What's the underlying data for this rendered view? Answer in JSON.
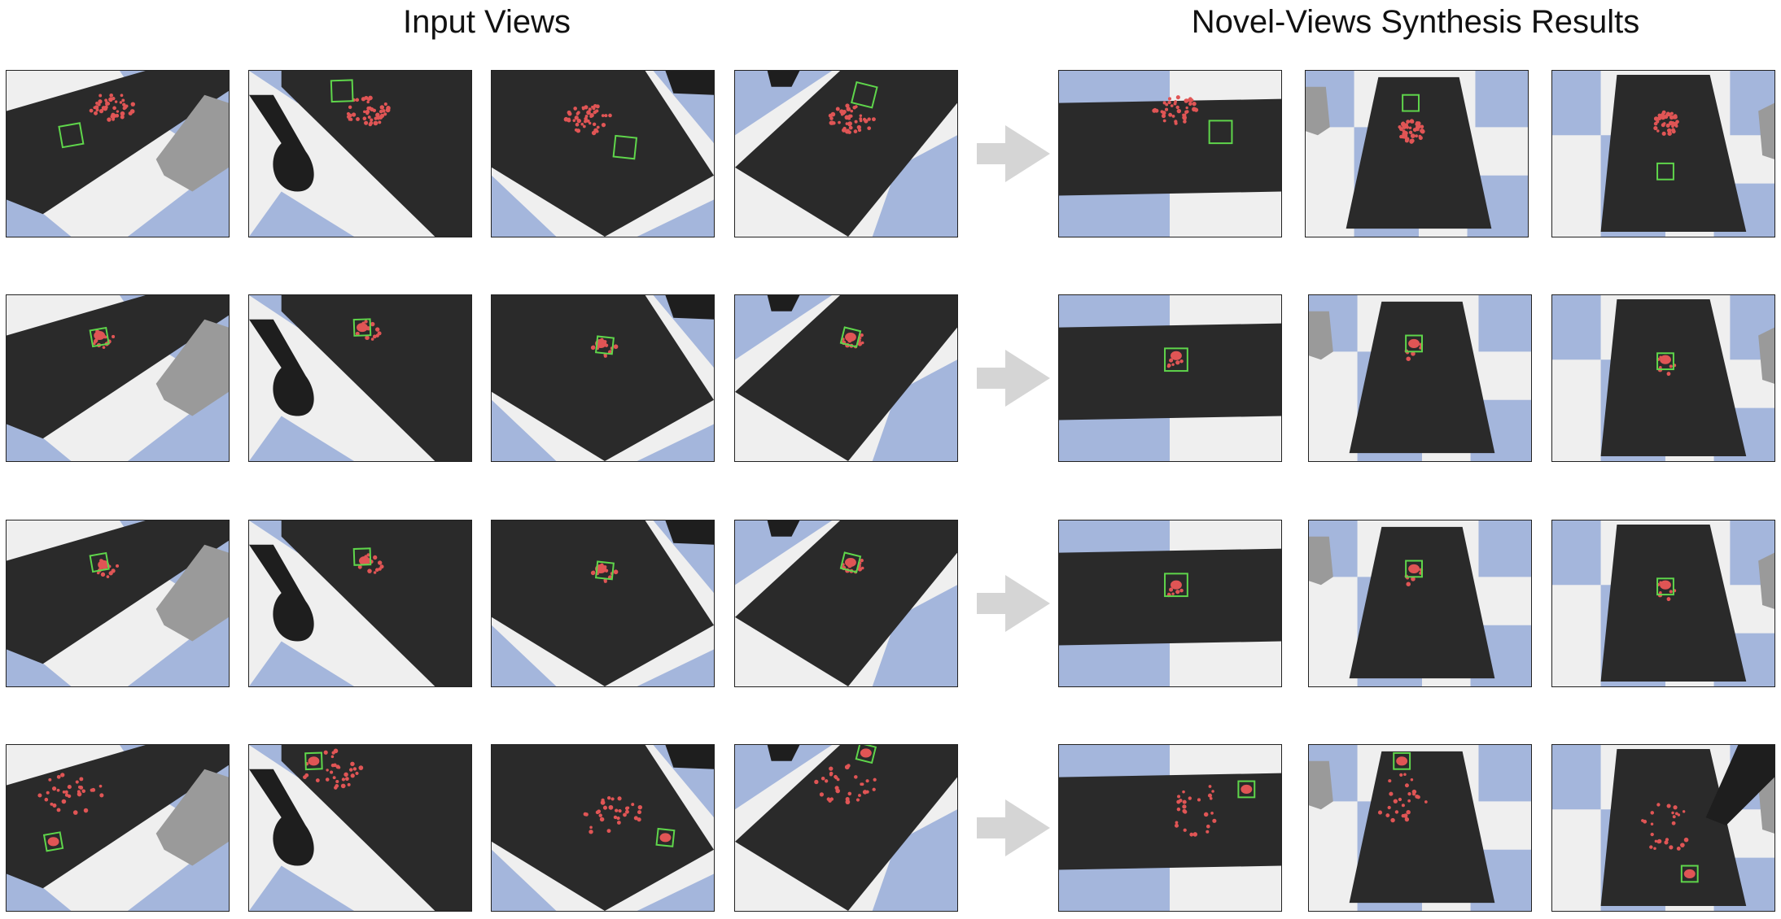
{
  "headings": {
    "input_views": "Input Views",
    "novel_views": "Novel-Views Synthesis Results"
  },
  "colors": {
    "floor_blue": "#a4b6dc",
    "floor_white": "#efefef",
    "mat": "#2a2a2a",
    "particles": "#e05555",
    "target_box": "#5fd64b",
    "arrow": "#d5d5d5",
    "robot_gray": "#9a9a9a",
    "robot_dark": "#1e1e1e"
  },
  "rows": [
    {
      "name": "row-1",
      "particle_state": "scattered"
    },
    {
      "name": "row-2",
      "particle_state": "gathered"
    },
    {
      "name": "row-3",
      "particle_state": "gathered"
    },
    {
      "name": "row-4",
      "particle_state": "spread-to-target"
    }
  ],
  "input_view_names": [
    "input-view-1",
    "input-view-2",
    "input-view-3",
    "input-view-4"
  ],
  "novel_view_names": [
    "novel-view-1",
    "novel-view-2",
    "novel-view-3"
  ]
}
